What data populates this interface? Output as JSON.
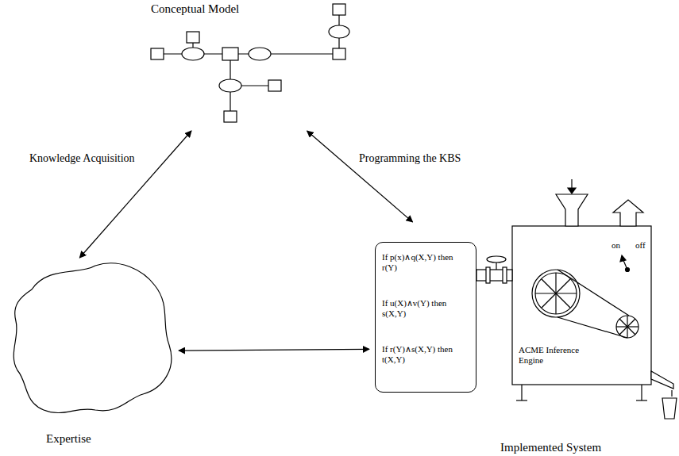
{
  "diagram": {
    "nodes": [
      {
        "text": [
          "Conceptual Model"
        ]
      },
      {
        "text": [
          "Expertise"
        ]
      },
      {
        "text": [
          "Implemented System"
        ]
      },
      {
        "text": [
          "If p(x)∧q(X,Y) then r(Y)",
          "If u(X)∧v(Y) then s(X,Y)",
          "If r(Y)∧s(X,Y) then t(X,Y)"
        ],
        "in": 2
      },
      {
        "text": [
          "ACME Inference Engine",
          "on",
          "off"
        ],
        "in": 2
      }
    ],
    "edges": [
      {
        "from": 1,
        "to": 0,
        "arrow": "both",
        "label": "Knowledge Acquisition"
      },
      {
        "from": 0,
        "to": 2,
        "arrow": "both",
        "label": "Programming the KBS"
      },
      {
        "from": 1,
        "to": 2,
        "arrow": "both"
      }
    ]
  }
}
